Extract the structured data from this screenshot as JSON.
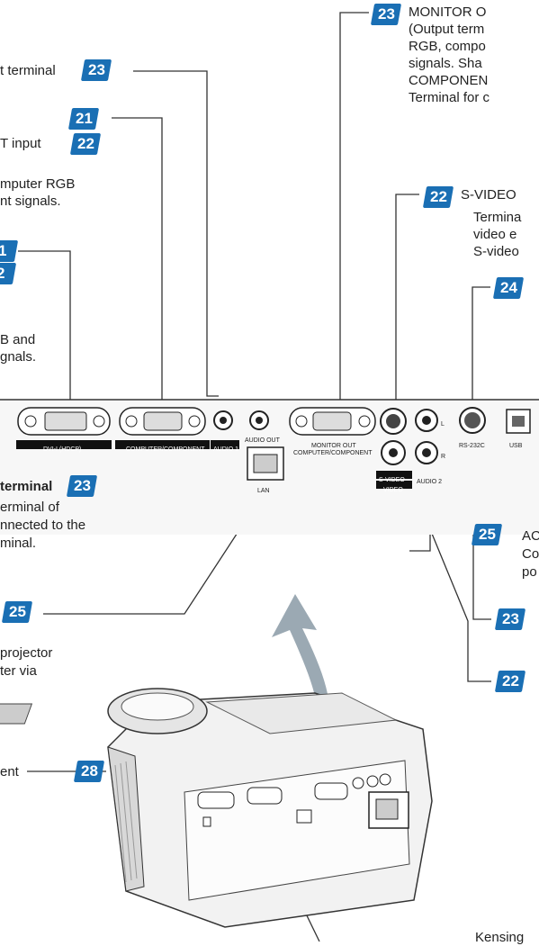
{
  "callouts": {
    "monitor_out": {
      "badge": "23",
      "lines": [
        "MONITOR O",
        "(Output term",
        "RGB, compo",
        "signals. Sha",
        "COMPONEN",
        "Terminal for c"
      ]
    },
    "audio_in_top": {
      "text": "t terminal",
      "badge": "23"
    },
    "computer_input": {
      "text": "T input",
      "badges": [
        "21",
        "22"
      ],
      "desc": [
        "mputer RGB",
        "nt signals."
      ]
    },
    "dvi_input": {
      "badges": [
        "1",
        "2"
      ],
      "desc": [
        "B and",
        "gnals."
      ]
    },
    "svideo": {
      "badge": "22",
      "lines": [
        "S-VIDEO",
        "Termina",
        "video e",
        "S-video"
      ]
    },
    "rs232c": {
      "badge": "24"
    },
    "audio_out": {
      "text": "terminal",
      "badge": "23",
      "desc": [
        "erminal of",
        "nnected to the",
        "minal."
      ]
    },
    "lan": {
      "badge": "25",
      "desc": [
        "projector",
        "ter via"
      ]
    },
    "audio2": {
      "badge": "23"
    },
    "video": {
      "badge": "22"
    },
    "ac": {
      "badge": "25",
      "lines": [
        "AC",
        "Co",
        "po"
      ]
    },
    "adjust": {
      "text": "ent",
      "badge": "28"
    },
    "kensington": {
      "text": "Kensing"
    }
  },
  "panel_labels": {
    "dvi": "DVI-I (HDCP)",
    "computer": "COMPUTER/COMPONENT",
    "audio1": "AUDIO 1",
    "audio_out": "AUDIO OUT",
    "monitor_out": "MONITOR OUT",
    "monitor_out2": "COMPUTER/COMPONENT",
    "lan": "LAN",
    "svideo": "S-VIDEO",
    "video": "VIDEO",
    "audio2": "AUDIO 2",
    "l": "L",
    "r": "R",
    "rs232c": "RS-232C",
    "usb": "USB"
  },
  "colors": {
    "badge": "#1a6fb4",
    "arrow": "#8a9aa6",
    "line": "#333333"
  }
}
